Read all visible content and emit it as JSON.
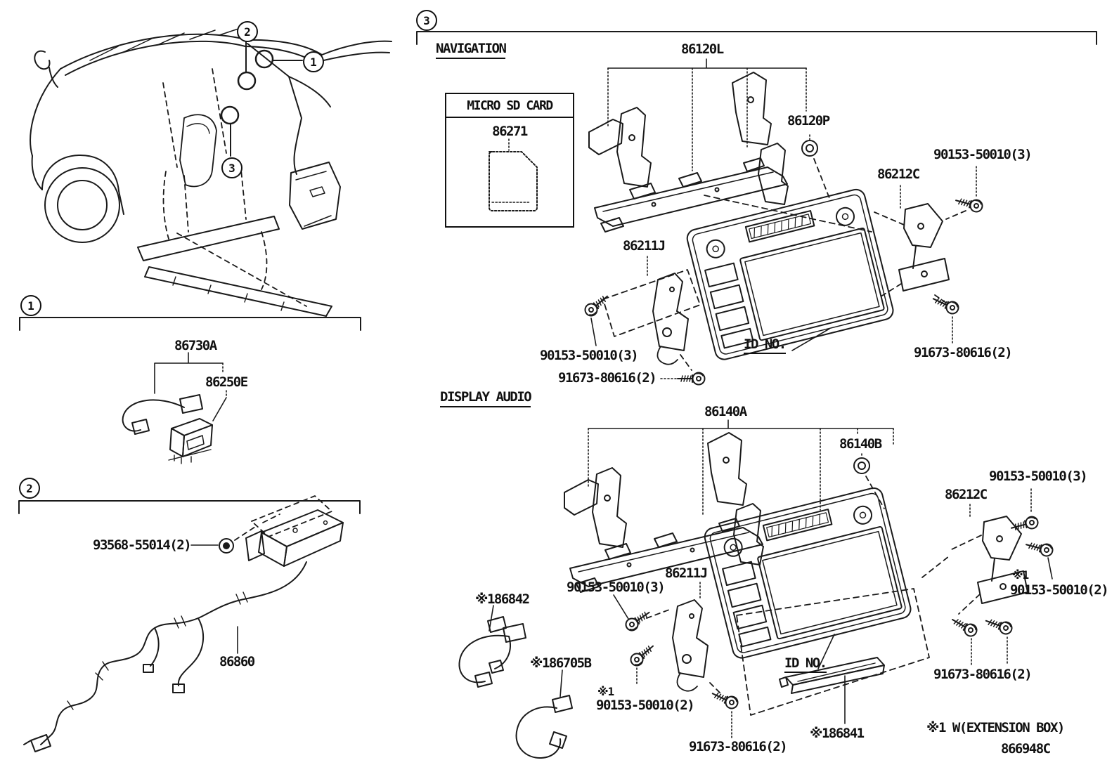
{
  "doc": {
    "number": "866948C",
    "footnote": "※1 W(EXTENSION BOX)"
  },
  "callouts": {
    "one": "1",
    "two": "2",
    "three": "3"
  },
  "headings": {
    "navigation": "NAVIGATION",
    "display_audio": "DISPLAY AUDIO",
    "micro_sd_card": "MICRO SD CARD",
    "id_no": "ID NO."
  },
  "parts": {
    "p86730A": "86730A",
    "p86250E": "86250E",
    "p93568": "93568-55014(2)",
    "p86860": "86860",
    "p86271": "86271",
    "p86120L": "86120L",
    "p86120P": "86120P",
    "p86211J": "86211J",
    "p86212C": "86212C",
    "p90153_3": "90153-50010(3)",
    "p90153_2": "90153-50010(2)",
    "p91673": "91673-80616(2)",
    "p86140A": "86140A",
    "p86140B": "86140B",
    "p86842": "※186842",
    "p86705B": "※186705B",
    "p86841": "※186841",
    "ref1": "※1"
  }
}
